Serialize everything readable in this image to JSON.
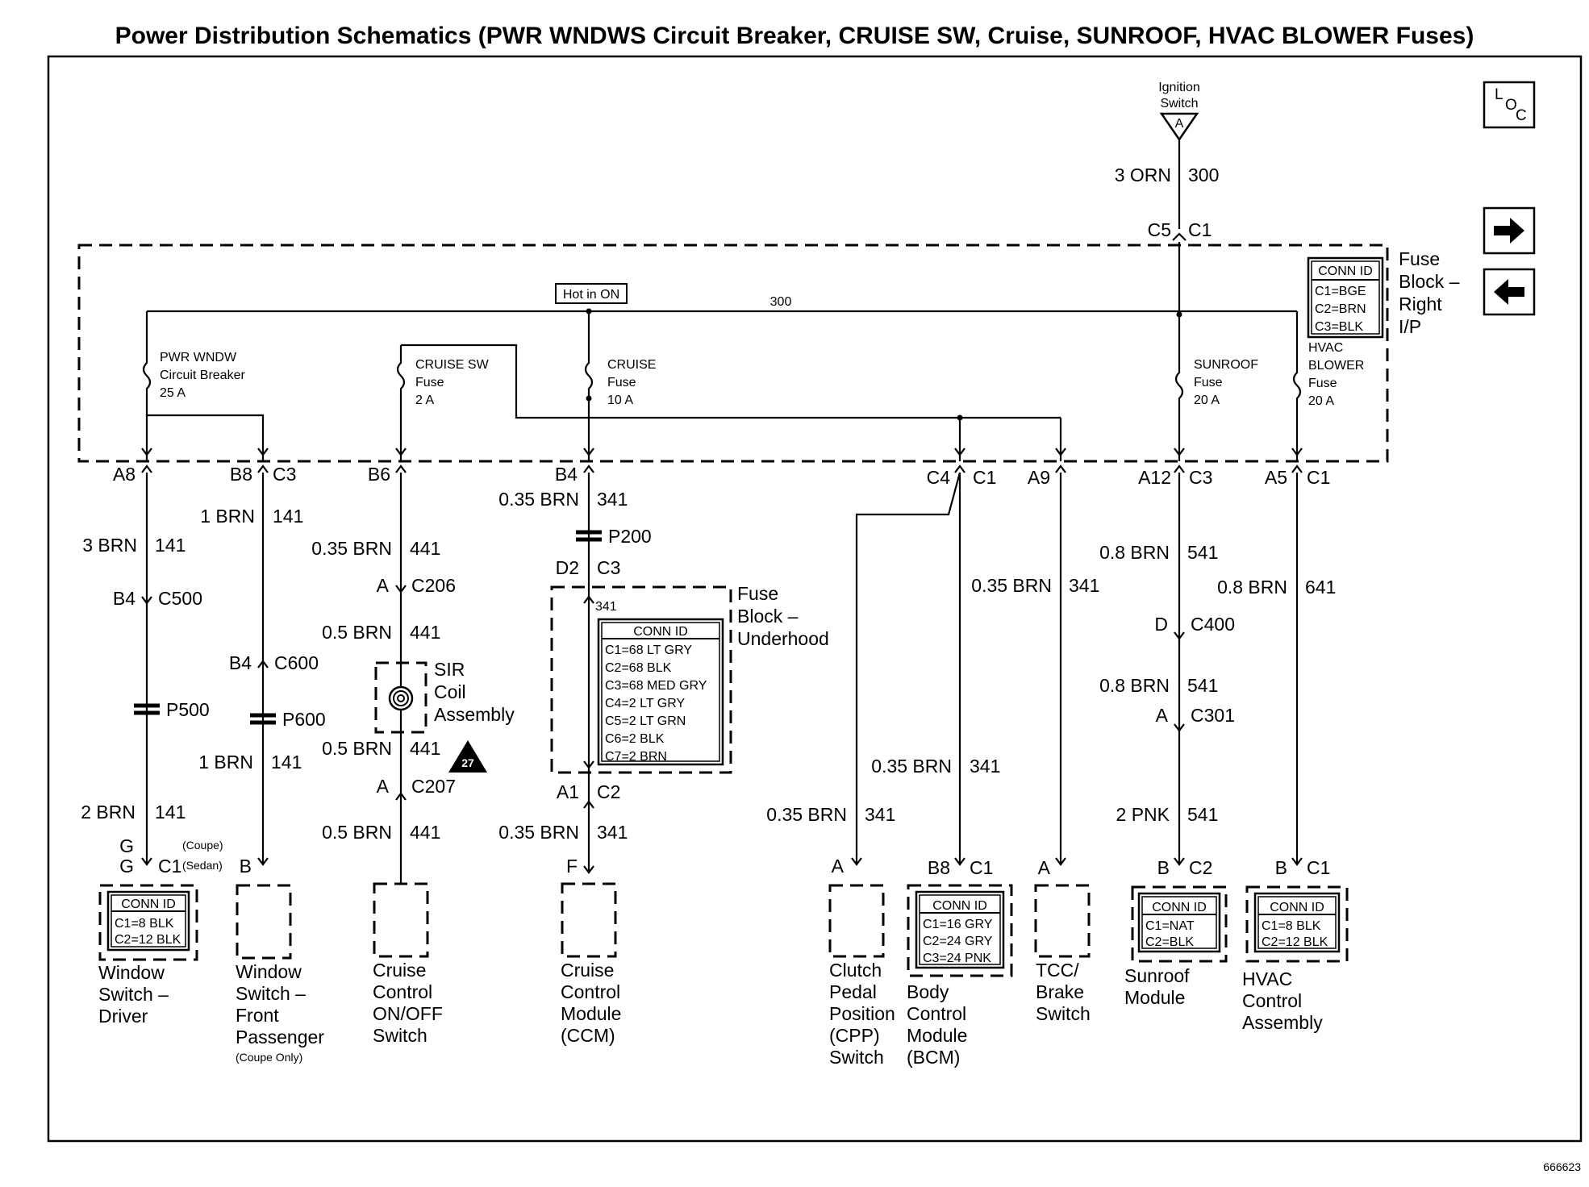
{
  "title": "Power Distribution Schematics (PWR WNDWS Circuit Breaker, CRUISE SW, Cruise, SUNROOF, HVAC BLOWER Fuses)",
  "figure_id": "666623",
  "nav": {
    "loc_l": "L",
    "loc_o": "O",
    "loc_c": "C",
    "next_icon": "right-arrow-icon",
    "prev_icon": "left-arrow-icon"
  },
  "ignition": {
    "line1": "Ignition",
    "line2": "Switch",
    "terminal": "A"
  },
  "feed": {
    "wire": "3 ORN",
    "circuit": "300",
    "pin": "C5",
    "connector": "C1"
  },
  "fuse_block": {
    "name": [
      "Fuse",
      "Block –",
      "Right",
      "I/P"
    ],
    "conn_title": "CONN ID",
    "conn": [
      "C1=BGE",
      "C2=BRN",
      "C3=BLK"
    ],
    "hot_label": "Hot in ON",
    "bus_circuit": "300"
  },
  "fuses": {
    "pwr_wndw": [
      "PWR WNDW",
      "Circuit Breaker",
      "25 A"
    ],
    "cruise_sw": [
      "CRUISE SW",
      "Fuse",
      "2 A"
    ],
    "cruise": [
      "CRUISE",
      "Fuse",
      "10 A"
    ],
    "sunroof": [
      "SUNROOF",
      "Fuse",
      "20 A"
    ],
    "hvac": [
      "HVAC",
      "BLOWER",
      "Fuse",
      "20 A"
    ]
  },
  "pins": {
    "a8": "A8",
    "b8": "B8",
    "c3a": "C3",
    "b6": "B6",
    "b4": "B4",
    "c4": "C4",
    "c1a": "C1",
    "a9": "A9",
    "a12": "A12",
    "c3b": "C3",
    "a5": "A5",
    "c1b": "C1"
  },
  "col1": {
    "w1": "3 BRN",
    "c1": "141",
    "p1": "B4",
    "conn1": "C500",
    "splice": "P500",
    "w2": "2 BRN",
    "c2": "141",
    "g1": "G",
    "g2": "G",
    "coupe": "(Coupe)",
    "sedan": "(Sedan)",
    "conn2": "C1"
  },
  "col2": {
    "w1": "1 BRN",
    "c1": "141",
    "p1": "B4",
    "conn1": "C600",
    "splice": "P600",
    "w2": "1 BRN",
    "c2": "141",
    "pin": "B"
  },
  "col3": {
    "w1": "0.35 BRN",
    "c1": "441",
    "p1": "A",
    "conn1": "C206",
    "w2": "0.5 BRN",
    "c2": "441",
    "sir": [
      "SIR",
      "Coil",
      "Assembly"
    ],
    "sir_mark": "27",
    "w3": "0.5 BRN",
    "c3": "441",
    "p2": "A",
    "conn2": "C207",
    "w4": "0.5 BRN",
    "c4": "441"
  },
  "col4": {
    "w1": "0.35 BRN",
    "c1": "341",
    "splice": "P200",
    "p1": "D2",
    "conn1": "C3",
    "inner_circuit": "341",
    "fb_name": [
      "Fuse",
      "Block –",
      "Underhood"
    ],
    "conn_title": "CONN ID",
    "conn": [
      "C1=68 LT GRY",
      "C2=68 BLK",
      "C3=68 MED GRY",
      "C4=2 LT GRY",
      "C5=2 LT GRN",
      "C6=2 BLK",
      "C7=2 BRN"
    ],
    "p2": "A1",
    "conn2": "C2",
    "w2": "0.35 BRN",
    "c2": "341",
    "pin": "F"
  },
  "col5": {
    "w_bcm_upper": "0.35 BRN",
    "c_bcm_upper": "341",
    "w_bcm_lower": "0.35 BRN",
    "c_bcm_lower": "341",
    "w_cpp": "0.35 BRN",
    "c_cpp": "341",
    "cpp_pin": "A",
    "bcm_pin": "B8",
    "bcm_conn": "C1",
    "tcc_pin": "A"
  },
  "col6": {
    "w1": "0.8 BRN",
    "c1": "541",
    "p1": "D",
    "conn1": "C400",
    "w2": "0.8 BRN",
    "c2": "541",
    "p2": "A",
    "conn2": "C301",
    "w3": "2 PNK",
    "c3": "541",
    "pin": "B",
    "conn": "C2"
  },
  "col7": {
    "w1": "0.8 BRN",
    "c1": "641",
    "pin": "B",
    "conn": "C1"
  },
  "components": {
    "window_driver": {
      "name": [
        "Window",
        "Switch –",
        "Driver"
      ],
      "conn_title": "CONN ID",
      "conn": [
        "C1=8 BLK",
        "C2=12 BLK"
      ]
    },
    "window_pass": {
      "name": [
        "Window",
        "Switch –",
        "Front",
        "Passenger"
      ],
      "note": "(Coupe Only)"
    },
    "cruise_onoff": {
      "name": [
        "Cruise",
        "Control",
        "ON/OFF",
        "Switch"
      ]
    },
    "ccm": {
      "name": [
        "Cruise",
        "Control",
        "Module",
        "(CCM)"
      ]
    },
    "cpp": {
      "name": [
        "Clutch",
        "Pedal",
        "Position",
        "(CPP)",
        "Switch"
      ]
    },
    "bcm": {
      "name": [
        "Body",
        "Control",
        "Module",
        "(BCM)"
      ],
      "conn_title": "CONN ID",
      "conn": [
        "C1=16 GRY",
        "C2=24 GRY",
        "C3=24 PNK"
      ]
    },
    "tcc": {
      "name": [
        "TCC/",
        "Brake",
        "Switch"
      ]
    },
    "sunroof": {
      "name": [
        "Sunroof",
        "Module"
      ],
      "conn_title": "CONN ID",
      "conn": [
        "C1=NAT",
        "C2=BLK"
      ]
    },
    "hvac": {
      "name": [
        "HVAC",
        "Control",
        "Assembly"
      ],
      "conn_title": "CONN ID",
      "conn": [
        "C1=8 BLK",
        "C2=12 BLK"
      ]
    }
  }
}
